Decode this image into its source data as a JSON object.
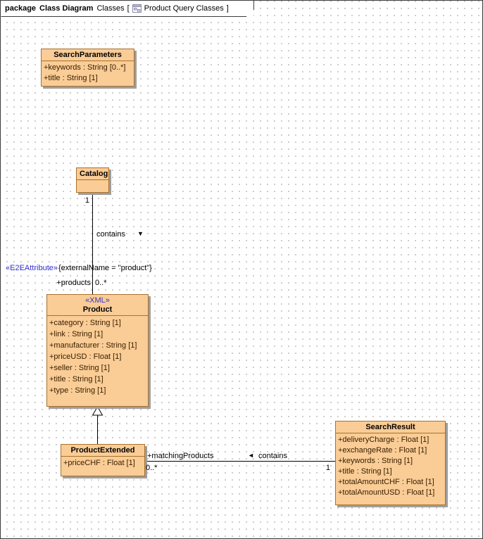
{
  "tab": {
    "keyword": "package",
    "diagram_kind": "Class Diagram",
    "context": "Classes",
    "bracket_open": "[",
    "bracket_close": "]",
    "diagram_name": "Product Query Classes"
  },
  "icons": {
    "down_triangle": "▼",
    "left_triangle": "◄",
    "class_diagram_icon": "class-diagram-icon"
  },
  "classes": {
    "search_parameters": {
      "name": "SearchParameters",
      "attributes": [
        "+keywords : String [0..*]",
        "+title : String [1]"
      ]
    },
    "catalog": {
      "name": "Catalog"
    },
    "product": {
      "stereotype": "«XML»",
      "name": "Product",
      "attributes": [
        "+category : String [1]",
        "+link : String [1]",
        "+manufacturer : String [1]",
        "+priceUSD : Float [1]",
        "+seller : String [1]",
        "+title : String [1]",
        "+type : String [1]"
      ]
    },
    "product_extended": {
      "name": "ProductExtended",
      "attributes": [
        "+priceCHF : Float [1]"
      ]
    },
    "search_result": {
      "name": "SearchResult",
      "attributes": [
        "+deliveryCharge : Float [1]",
        "+exchangeRate : Float [1]",
        "+keywords : String [1]",
        "+title : String [1]",
        "+totalAmountCHF : Float [1]",
        "+totalAmountUSD : Float [1]"
      ]
    }
  },
  "relations": {
    "catalog_contains_products": {
      "multiplicity_source": "1",
      "name": "contains",
      "stereotype": "«E2EAttribute»",
      "constraint": "{externalName = \"product\"}",
      "role_target": "+products",
      "multiplicity_target": "0..*"
    },
    "searchresult_contains_matching": {
      "role_target": "+matchingProducts",
      "name": "contains",
      "multiplicity_near_productextended": "0..*",
      "multiplicity_near_searchresult": "1"
    }
  },
  "colors": {
    "class_fill": "#FACC96",
    "class_border": "#A9712C",
    "stereotype_text": "#3333CC",
    "shadow": "#9E9E9E",
    "line": "#000000"
  }
}
